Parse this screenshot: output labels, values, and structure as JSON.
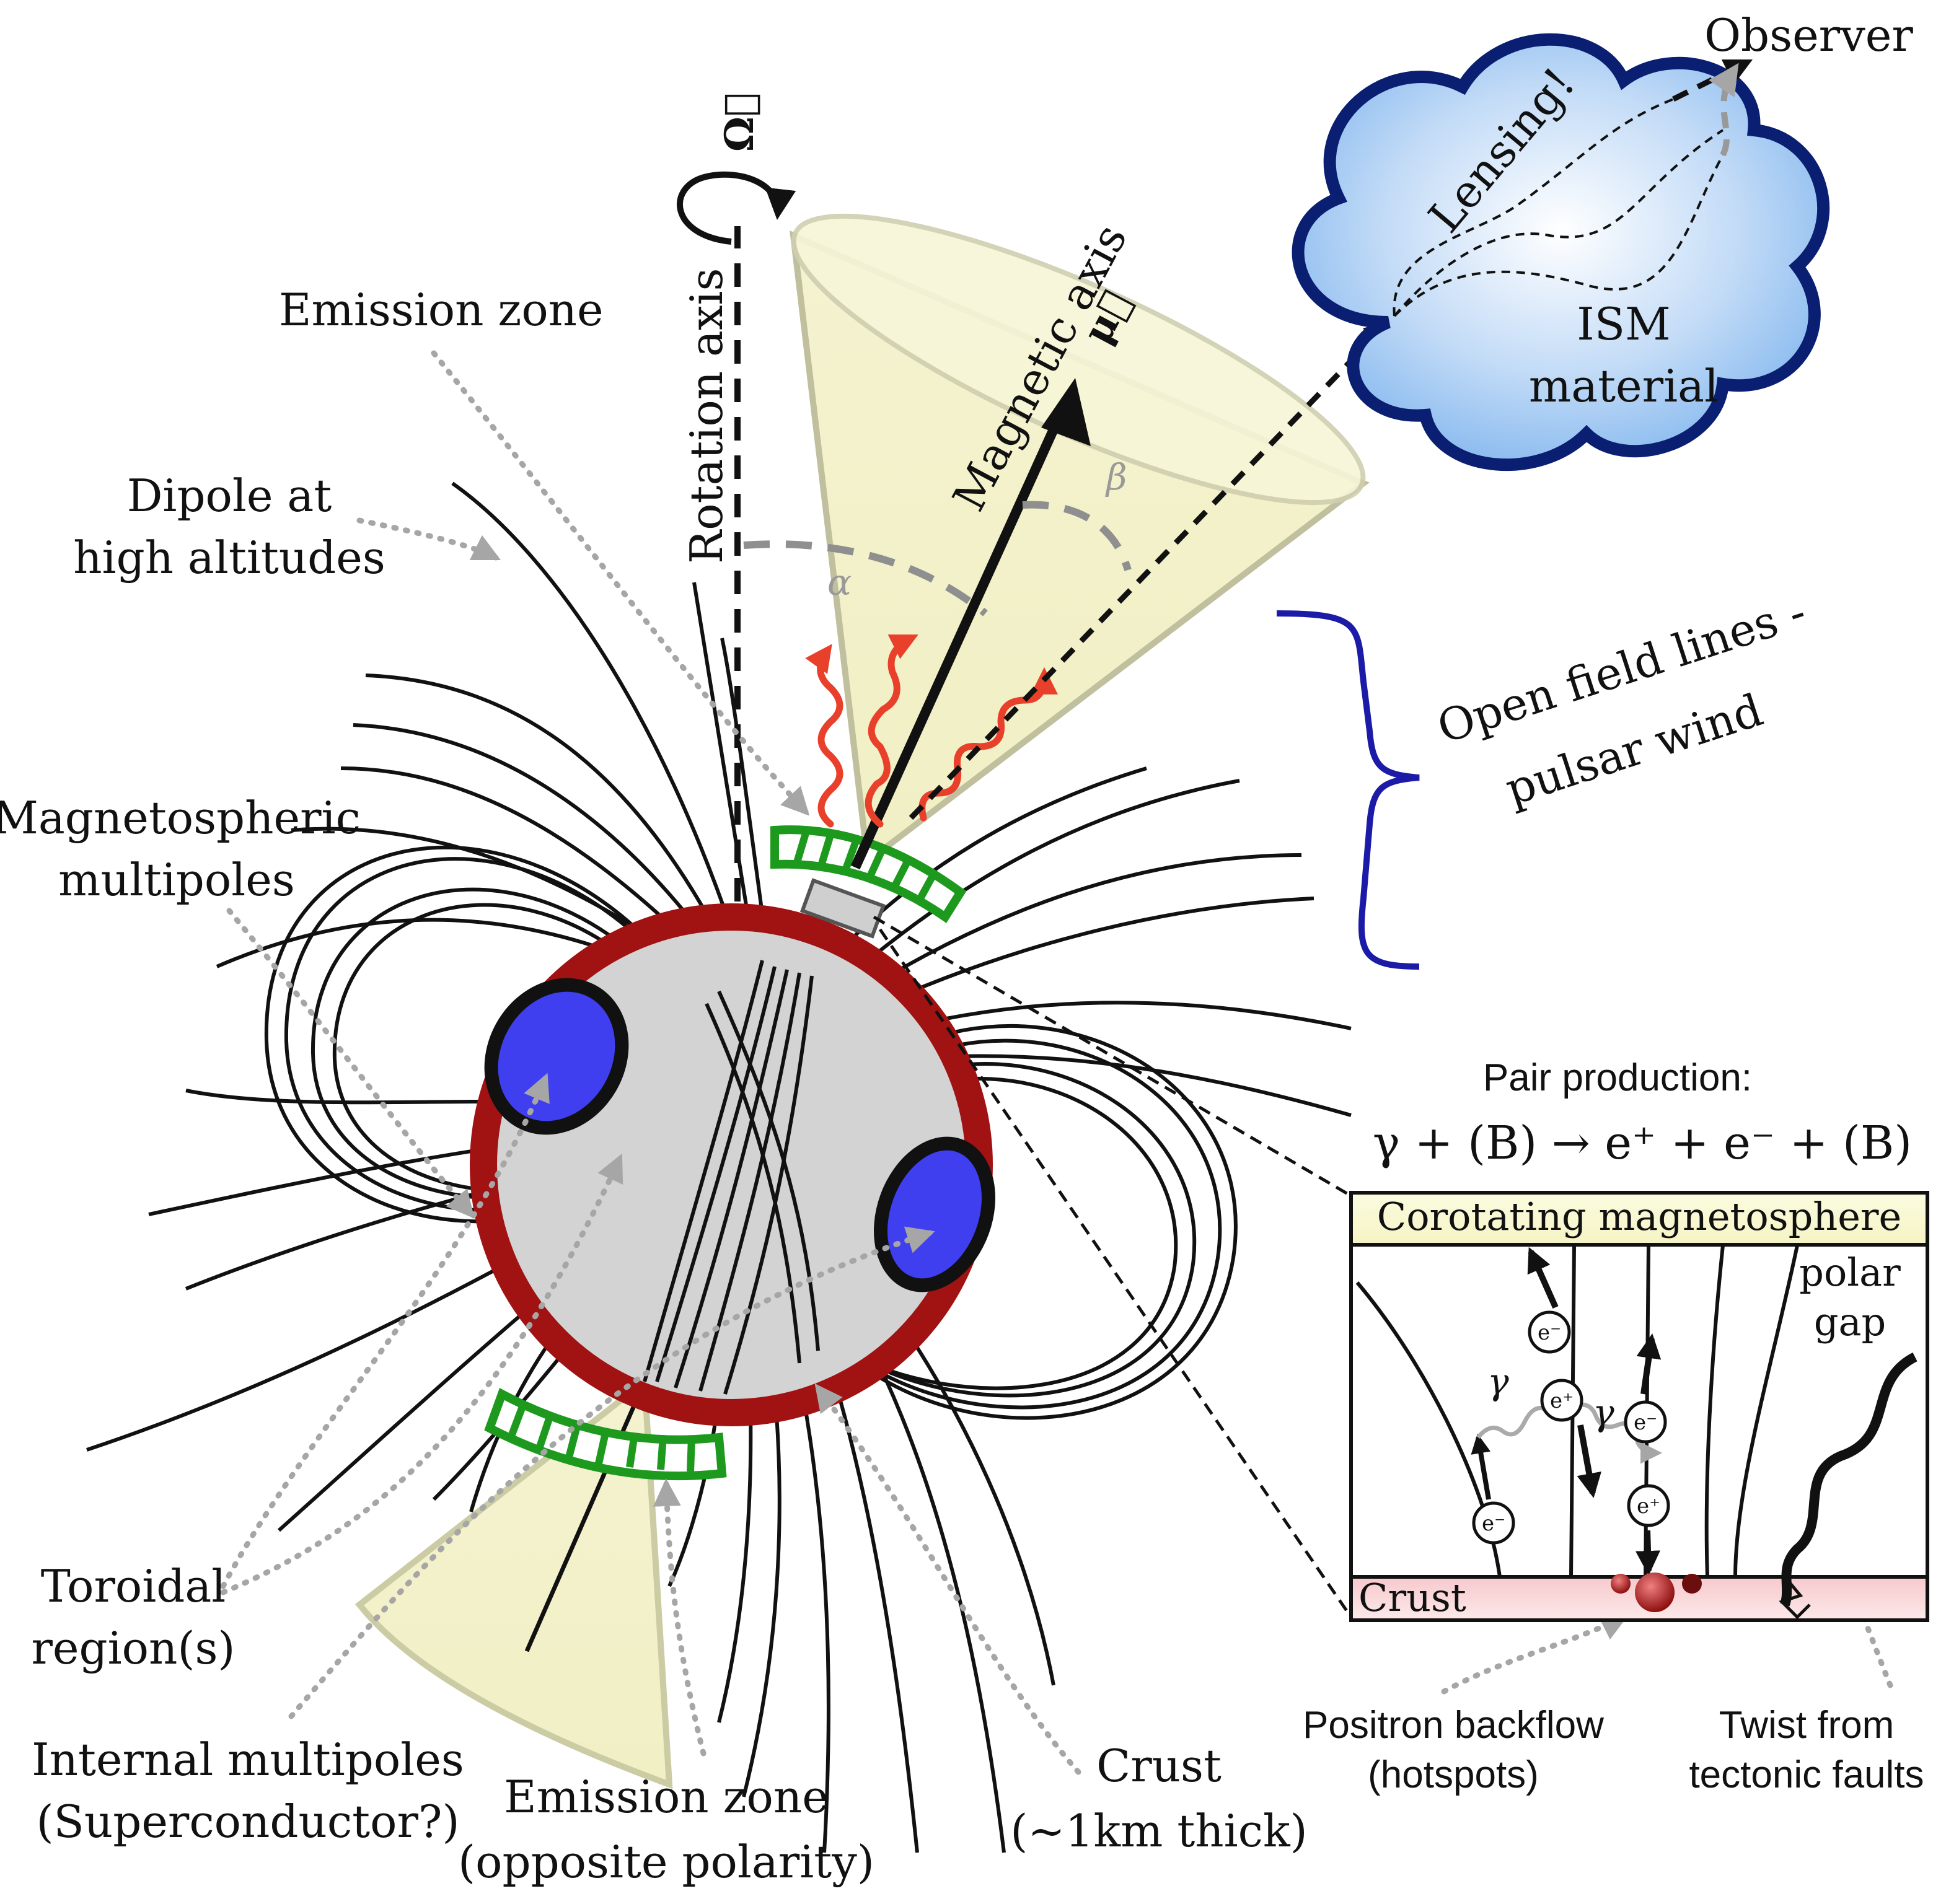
{
  "labels": {
    "observer": "Observer",
    "lensing": "Lensing!",
    "ism_line1": "ISM",
    "ism_line2": "material",
    "rotation_axis": "Rotation axis",
    "omega_symbol": "Ω⃗",
    "magnetic_axis": "Magnetic axis",
    "mu_symbol": "μ⃗",
    "alpha": "α",
    "beta": "β",
    "emission_zone_top": "Emission zone",
    "dipole_line1": "Dipole at",
    "dipole_line2": "high altitudes",
    "open_field_line1": "Open field lines -",
    "open_field_line2": "pulsar wind",
    "magnetospheric_line1": "Magnetospheric",
    "magnetospheric_line2": "multipoles",
    "pair_production_title": "Pair production:",
    "pair_production_eq": "γ + (B) → e⁺ + e⁻ + (B)",
    "corotating": "Corotating magnetosphere",
    "crust_inset": "Crust",
    "polar_line1": "polar",
    "polar_line2": "gap",
    "gamma1": "γ",
    "gamma2": "γ",
    "e_minus": "e⁻",
    "e_plus": "e⁺",
    "toroidal_line1": "Toroidal",
    "toroidal_line2": "region(s)",
    "internal_line1": "Internal multipoles",
    "internal_line2": "(Superconductor?)",
    "emission_opp_line1": "Emission zone",
    "emission_opp_line2": "(opposite polarity)",
    "crust_line1": "Crust",
    "crust_line2": "(~1km thick)",
    "positron_line1": "Positron backflow",
    "positron_line2": "(hotspots)",
    "twist_line1": "Twist from",
    "twist_line2": "tectonic faults"
  },
  "colors": {
    "crust_ring": "#a11212",
    "star_fill": "#d3d3d3",
    "hotspot": "#3f3ff0",
    "emission_zone": "#1d9a1d",
    "cone_fill": "#f3f2c8",
    "cloud_fill": "#82b6ee",
    "cloud_stroke": "#0a1f72",
    "brace": "#1b1ba8",
    "radiation": "#e8402a"
  }
}
